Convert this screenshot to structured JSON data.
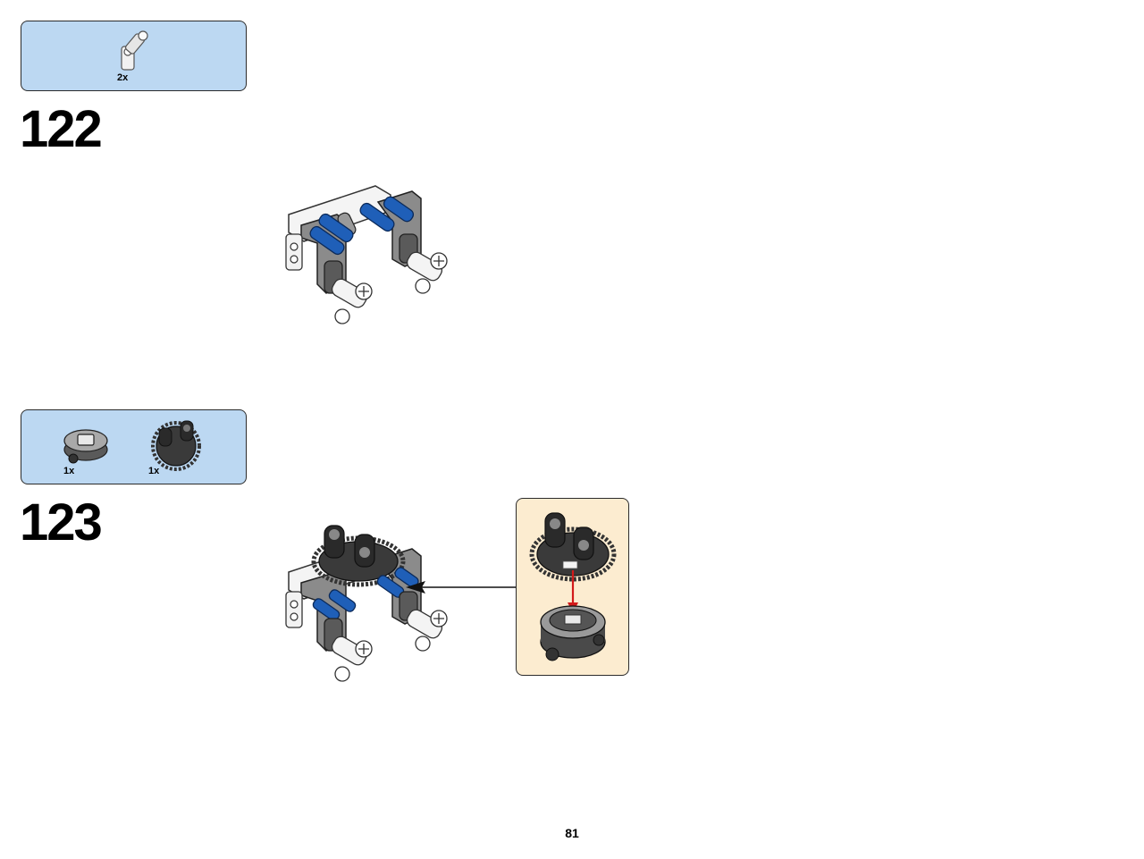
{
  "steps": [
    {
      "number": "122",
      "parts": [
        {
          "name": "angle-connector",
          "qty": "2x"
        }
      ]
    },
    {
      "number": "123",
      "parts": [
        {
          "name": "turntable-base",
          "qty": "1x"
        },
        {
          "name": "turntable-top-gear",
          "qty": "1x"
        }
      ]
    }
  ],
  "page_number": "81",
  "colors": {
    "parts_box": "#bcd8f2",
    "callout_box": "#fcecd0",
    "blue_pin": "#1f5fb8",
    "dark_gray": "#5a5a5a",
    "black_part": "#2a2a2a",
    "arrow_red": "#d21a1a"
  }
}
